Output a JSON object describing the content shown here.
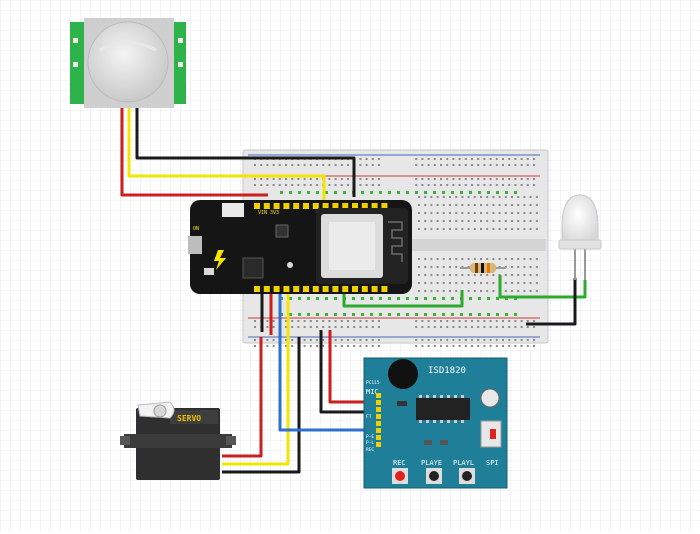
{
  "board": {
    "pins": {
      "vin": "VIN",
      "v3": "3V3"
    },
    "side_label": "ON"
  },
  "servo": {
    "label": "SERVO"
  },
  "isd": {
    "title": "ISD1820",
    "mic": "MIC",
    "left_pins": [
      "PC115",
      "FT",
      "P-E",
      "P-L",
      "REC"
    ],
    "buttons": [
      "REC",
      "PLAYE",
      "PLAYL",
      "SPI"
    ]
  },
  "colors": {
    "red": "#cc1f1f",
    "black": "#1a1a1a",
    "yellow": "#f5e400",
    "blue": "#2f6fd0",
    "green": "#2ea82e",
    "pir_green": "#2db34a",
    "board_black": "#151515",
    "isd_teal": "#1f7e98"
  }
}
